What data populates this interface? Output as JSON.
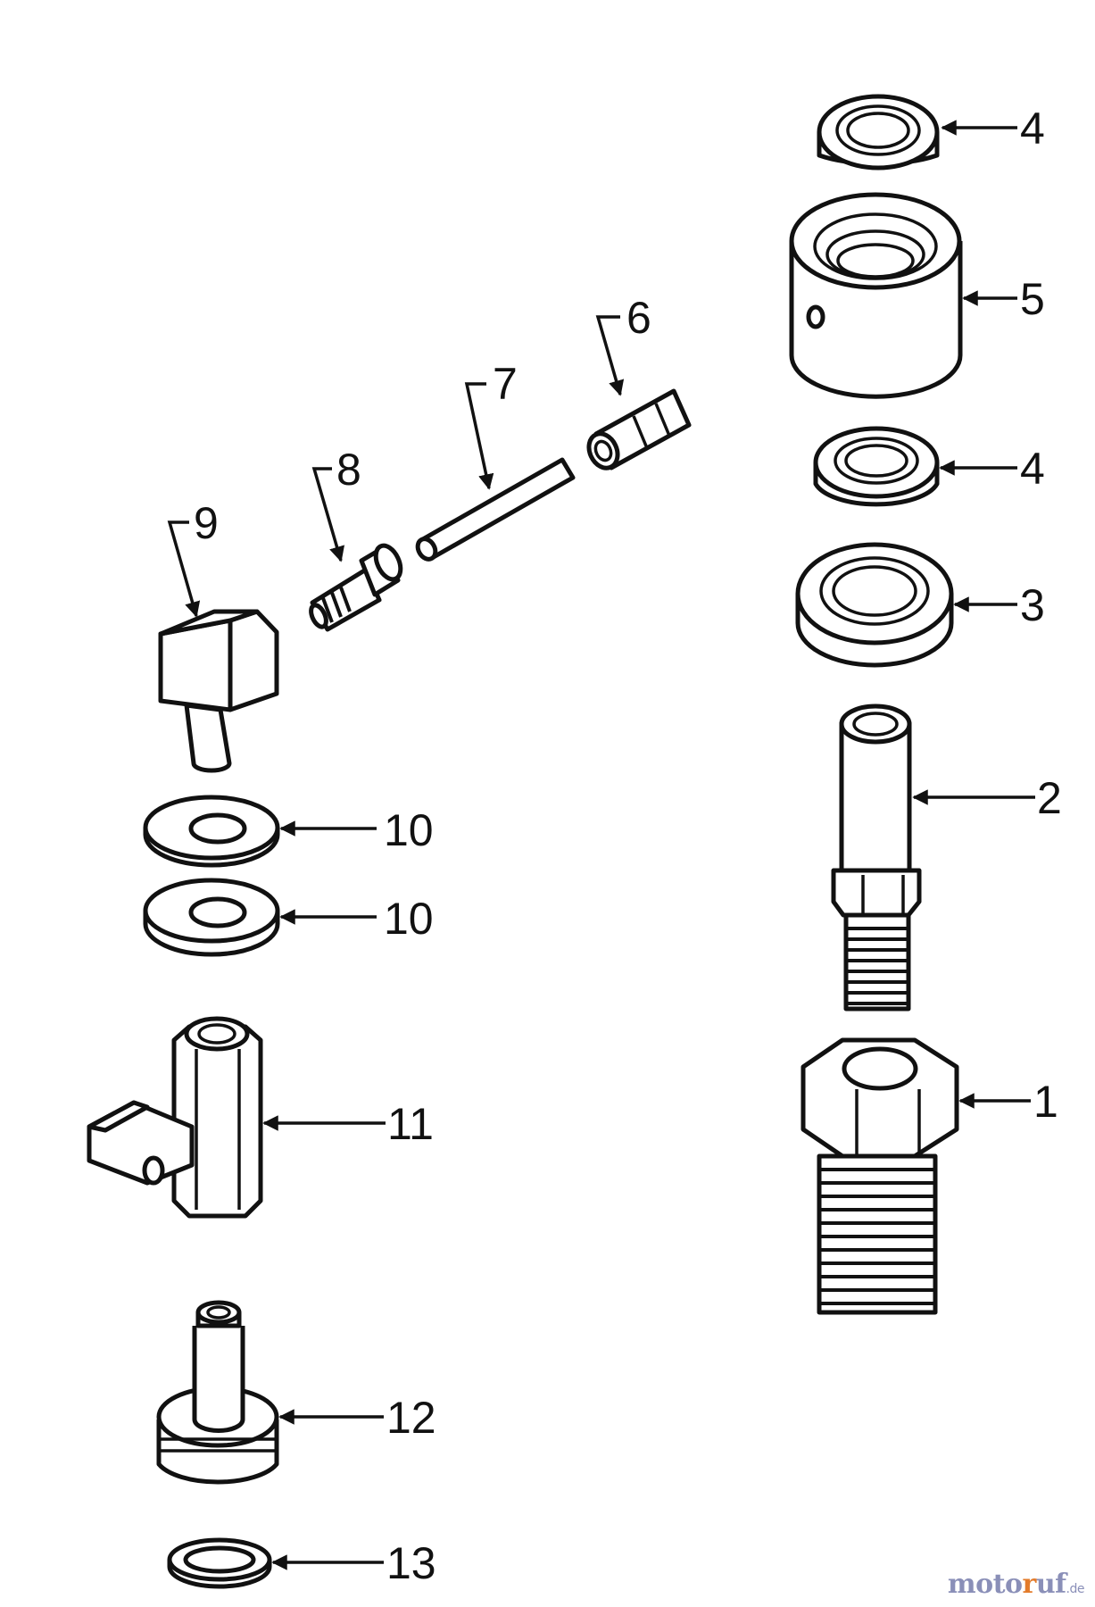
{
  "diagram": {
    "callouts": {
      "c1": "1",
      "c2": "2",
      "c3": "3",
      "c4a": "4",
      "c4b": "4",
      "c5": "5",
      "c6": "6",
      "c7": "7",
      "c8": "8",
      "c9": "9",
      "c10a": "10",
      "c10b": "10",
      "c11": "11",
      "c12": "12",
      "c13": "13"
    }
  },
  "watermark": {
    "prefix": "moto",
    "accent": "r",
    "suffix": "uf",
    "tld": ".de"
  }
}
